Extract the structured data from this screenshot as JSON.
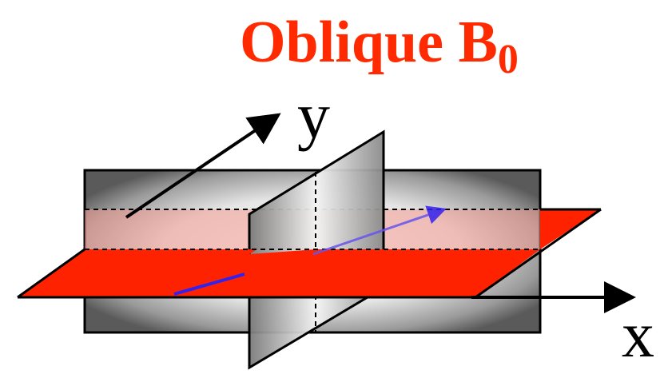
{
  "title": {
    "main": "Oblique B",
    "subscript": "0"
  },
  "axes": {
    "y_label": "y",
    "x_label": "x"
  },
  "colors": {
    "title": "#ff2a00",
    "oblique_plane": "#ff2200",
    "oblique_plane_back": "#f59a90",
    "vector": "#3322ee",
    "outline": "#000000"
  }
}
